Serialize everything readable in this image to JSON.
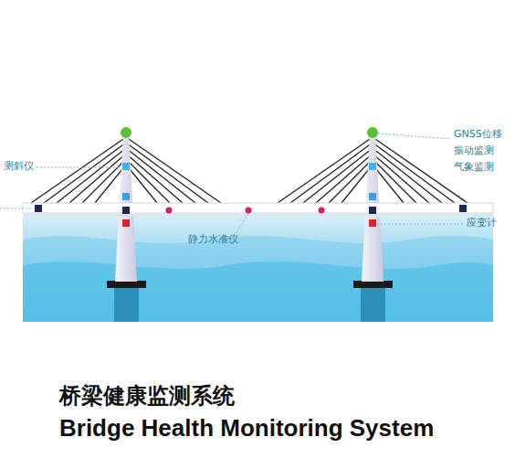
{
  "diagram": {
    "title": "桥梁健康监测系统",
    "caption": "Bridge Health Monitoring System",
    "labels": [
      "测斜仪",
      "GNSS位移",
      "振动监测",
      "气象监测",
      "静力水准仪",
      "应变计"
    ]
  }
}
